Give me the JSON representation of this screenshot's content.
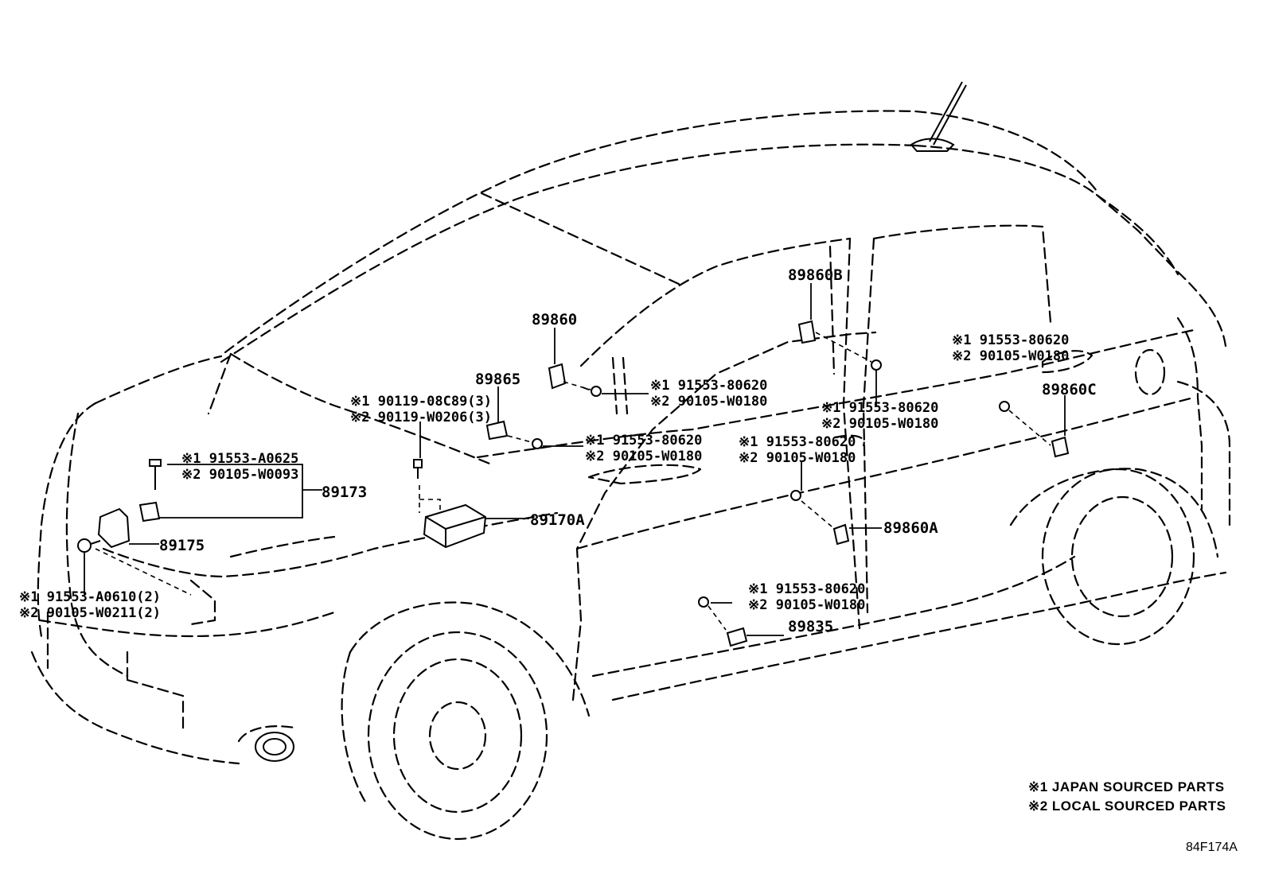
{
  "parts": {
    "p89860": "89860",
    "p89860B": "89860B",
    "p89860C": "89860C",
    "p89860A": "89860A",
    "p89865": "89865",
    "p89173": "89173",
    "p89175": "89175",
    "p89170A": "89170A",
    "p89835": "89835"
  },
  "fasteners": {
    "hood_l1": "※1 91553-A0625",
    "hood_l2": "※2 90105-W0093",
    "front_l1": "※1 91553-A0610(2)",
    "front_l2": "※2 90105-W0211(2)",
    "ecu_l1": "※1 90119-08C89(3)",
    "ecu_l2": "※2 90119-W0206(3)",
    "a_l1": "※1 91553-80620",
    "a_l2": "※2 90105-W0180",
    "b_l1": "※1 91553-80620",
    "b_l2": "※2 90105-W0180",
    "c_l1": "※1 91553-80620",
    "c_l2": "※2 90105-W0180",
    "d_l1": "※1 91553-80620",
    "d_l2": "※2 90105-W0180",
    "e_l1": "※1 91553-80620",
    "e_l2": "※2 90105-W0180",
    "f_l1": "※1 91553-80620",
    "f_l2": "※2 90105-W0180"
  },
  "legend": {
    "note1": "※1 JAPAN SOURCED PARTS",
    "note2": "※2 LOCAL SOURCED PARTS"
  },
  "figure_code": "84F174A"
}
